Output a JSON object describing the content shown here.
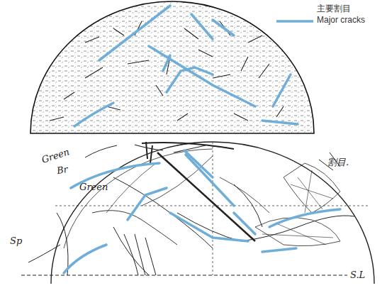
{
  "diagram": {
    "labels": [
      "Green",
      "Br",
      "Green",
      "割目.",
      "Sp",
      "S.L"
    ],
    "legend": [
      {
        "text": "主要割目 Major cracks"
      }
    ]
  }
}
